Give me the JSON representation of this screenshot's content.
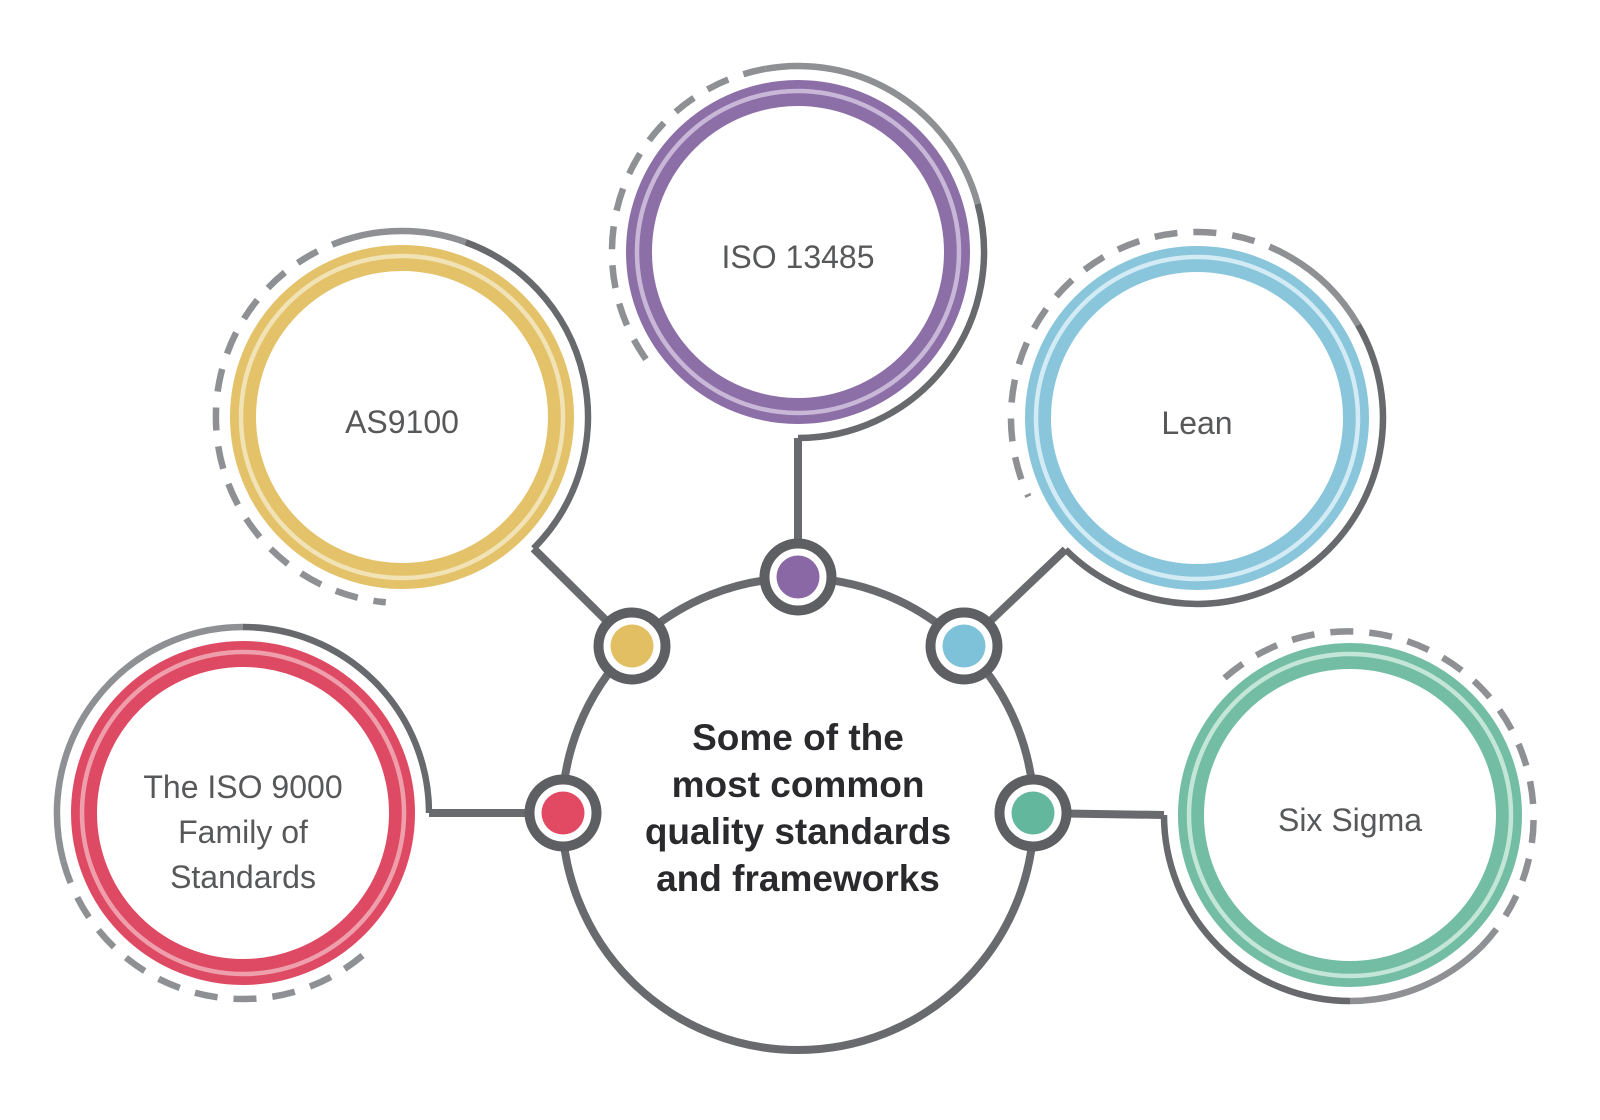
{
  "figure": {
    "background": "#ffffff",
    "center_circle": {
      "lines": [
        "Some of the",
        "most common",
        "quality standards",
        "and frameworks"
      ],
      "text_color": "#2a2a2d",
      "stroke_color": "#696a6d"
    },
    "nodes": [
      {
        "id": "iso-13485",
        "label_lines": [
          "ISO 13485"
        ],
        "ring_color": "#8d6fa8",
        "stripe_color": "#c9b7d8",
        "dot_color": "#8a68a6"
      },
      {
        "id": "as9100",
        "label_lines": [
          "AS9100"
        ],
        "ring_color": "#e4c269",
        "stripe_color": "#f1e3b5",
        "dot_color": "#e2bf63"
      },
      {
        "id": "lean",
        "label_lines": [
          "Lean"
        ],
        "ring_color": "#89c6db",
        "stripe_color": "#d2ebf4",
        "dot_color": "#7ec2d9"
      },
      {
        "id": "iso-9000",
        "label_lines": [
          "The ISO 9000",
          "Family of",
          "Standards"
        ],
        "ring_color": "#de4a63",
        "stripe_color": "#ef9fab",
        "dot_color": "#e24a63"
      },
      {
        "id": "six-sigma",
        "label_lines": [
          "Six Sigma"
        ],
        "ring_color": "#73bda4",
        "stripe_color": "#c4e6d9",
        "dot_color": "#63b79d"
      }
    ],
    "colors": {
      "label_text": "#57585a",
      "arc_solid_dark": "#68696c",
      "arc_solid_light": "#8e9093",
      "arc_dashed": "#8e9093",
      "connector": "#696a6d",
      "dot_ring": "#5e5f62",
      "dot_fill": "#ffffff"
    }
  }
}
